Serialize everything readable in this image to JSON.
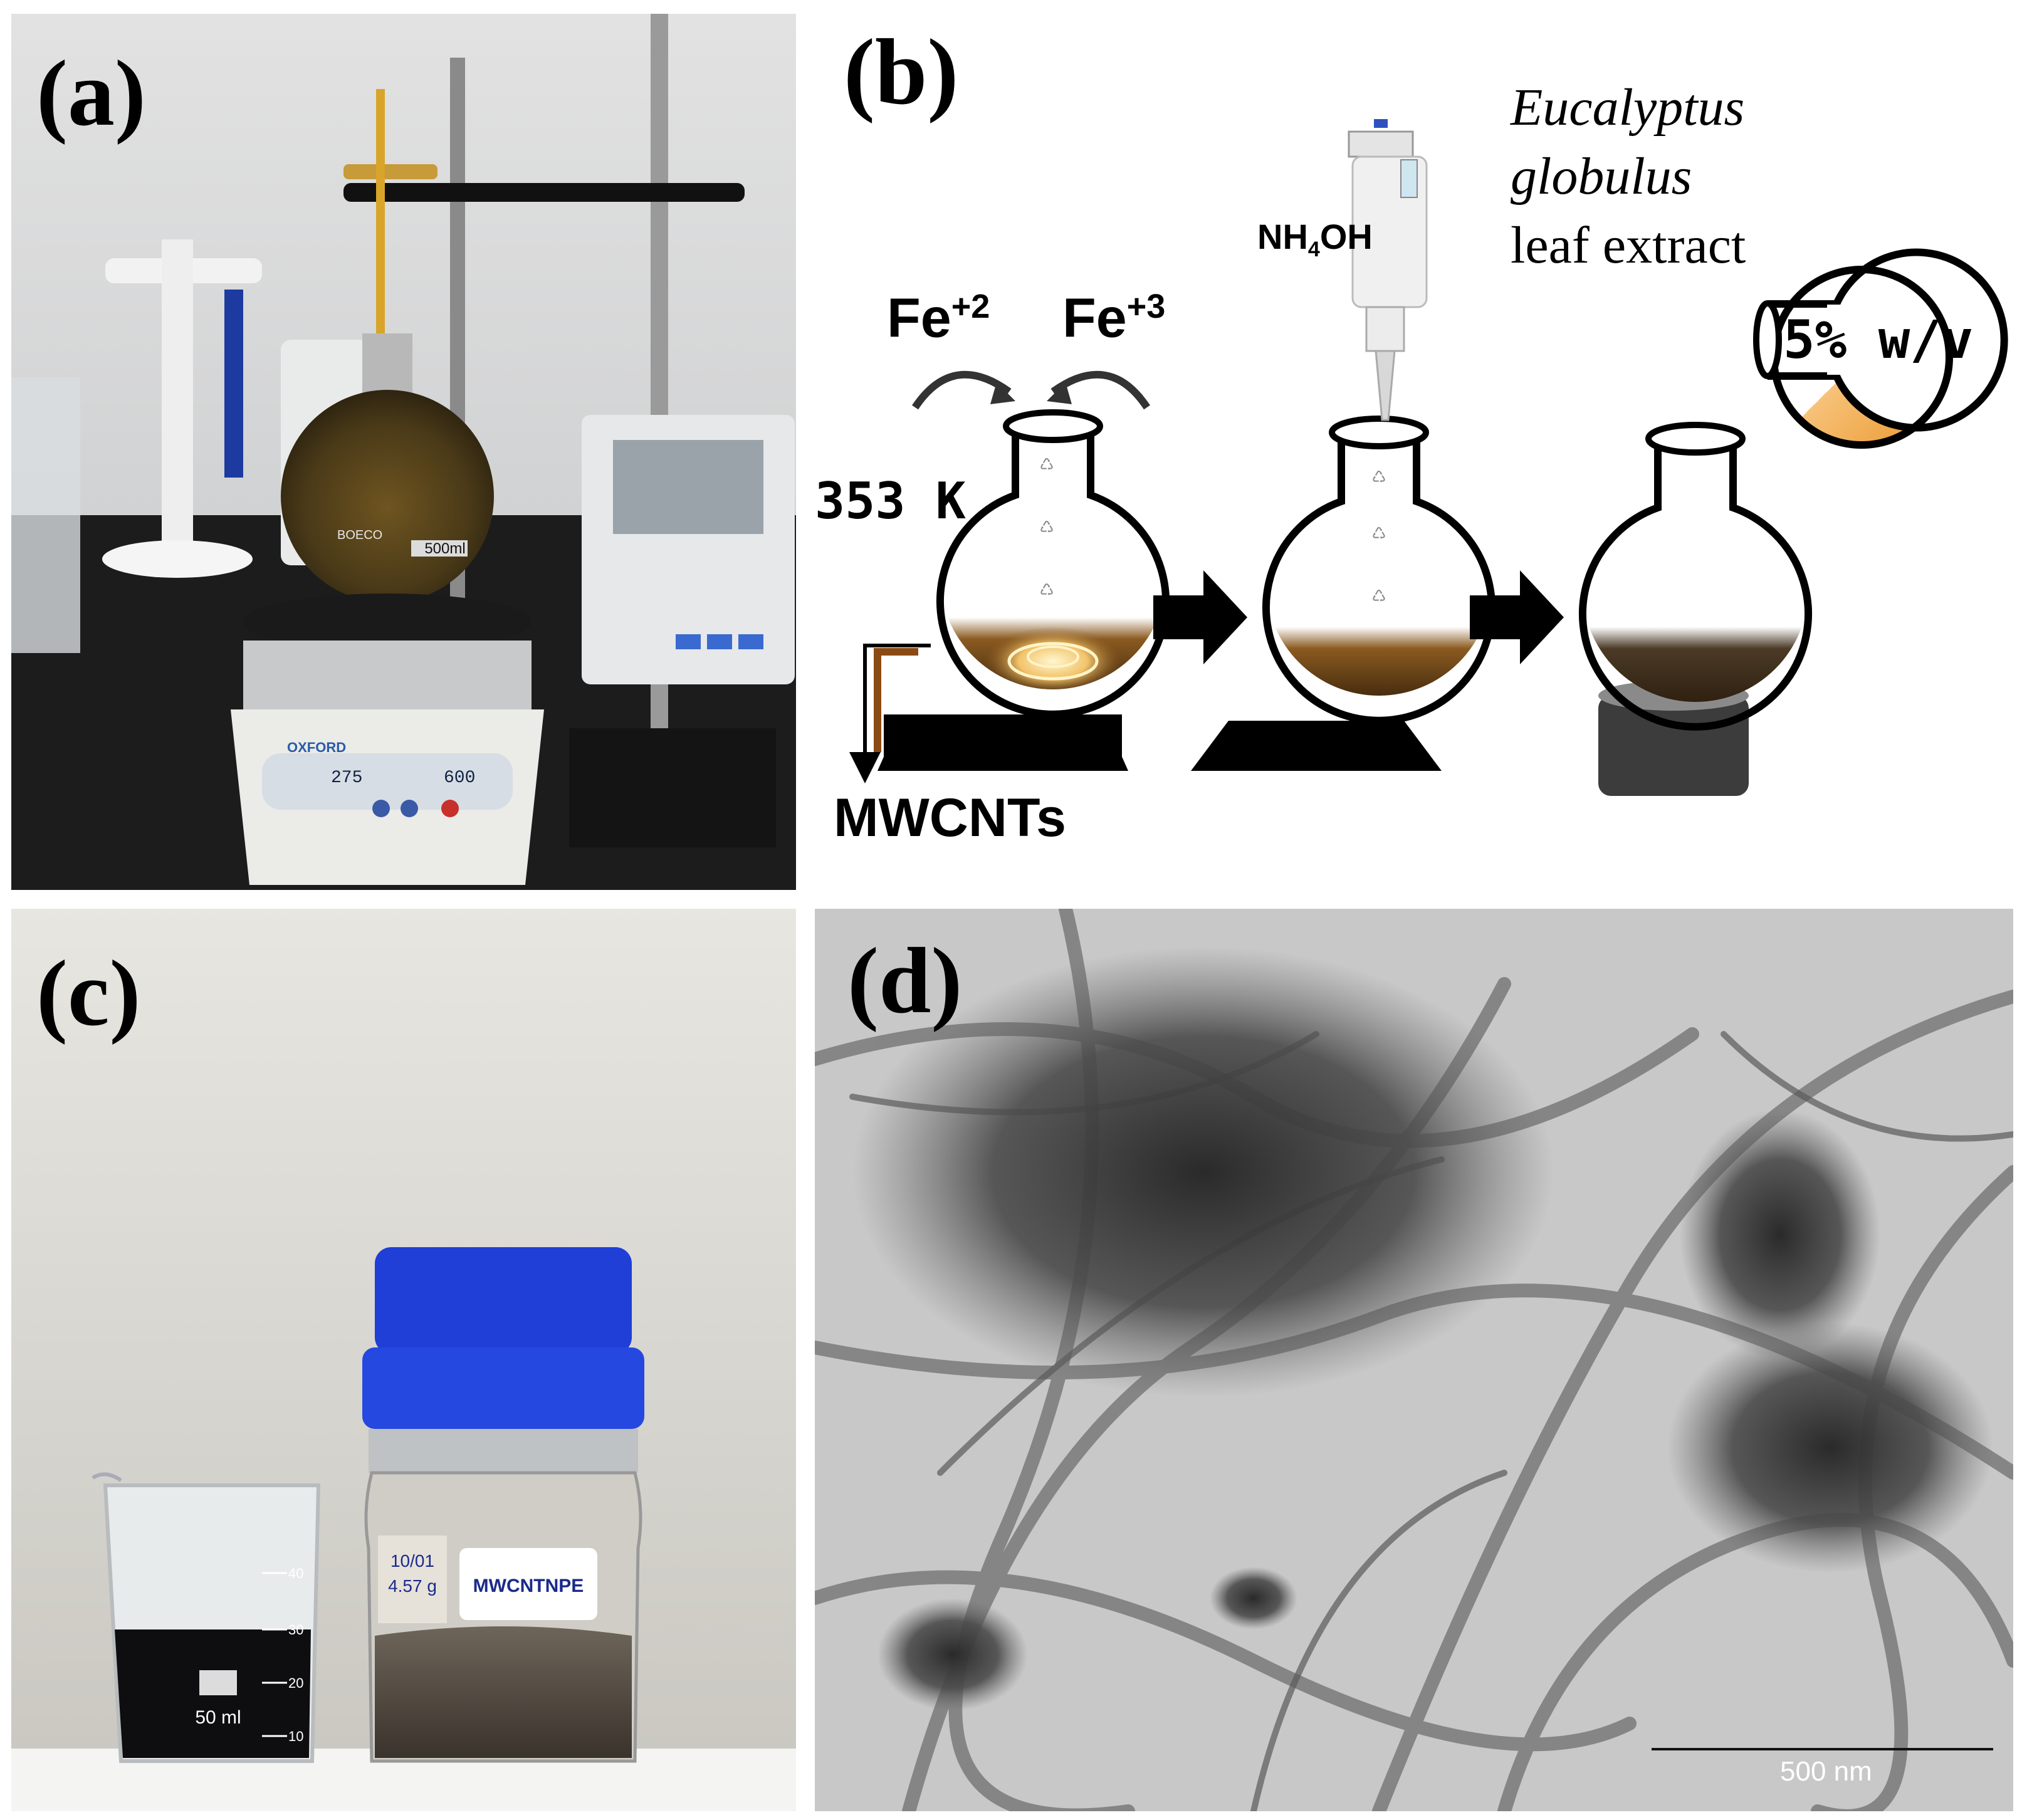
{
  "panels": {
    "a": {
      "label": "(a)"
    },
    "b": {
      "label": "(b)"
    },
    "c": {
      "label": "(c)"
    },
    "d": {
      "label": "(d)"
    }
  },
  "photo_a": {
    "flask_label": "500ml",
    "brand": "BOECO",
    "stirrer_brand": "OXFORD",
    "display_left": "275",
    "display_right": "600"
  },
  "scheme": {
    "fe2": "Fe",
    "fe2_sup": "+2",
    "fe3": "Fe",
    "fe3_sup": "+3",
    "temperature": "353 K",
    "reagent": "NH",
    "reagent_sub": "4",
    "reagent_tail": "OH",
    "extract_line1": "Eucalyptus",
    "extract_line2": "globulus",
    "extract_line3": "leaf extract",
    "concentration": "5% w/v",
    "output": "MWCNTs"
  },
  "photo_c": {
    "beaker_volume": "50 ml",
    "scale_marks": [
      "40",
      "30",
      "20",
      "10"
    ],
    "jar_note_line1": "10/01",
    "jar_note_line2": "4.57 g",
    "jar_label": "MWCNTNPE"
  },
  "tem": {
    "scale_bar": "500 nm"
  },
  "colors": {
    "cap_blue": "#1f3fd6",
    "solution_brown": "#5a3a12",
    "extract_orange": "#f0a540",
    "arrow_black": "#000000"
  }
}
